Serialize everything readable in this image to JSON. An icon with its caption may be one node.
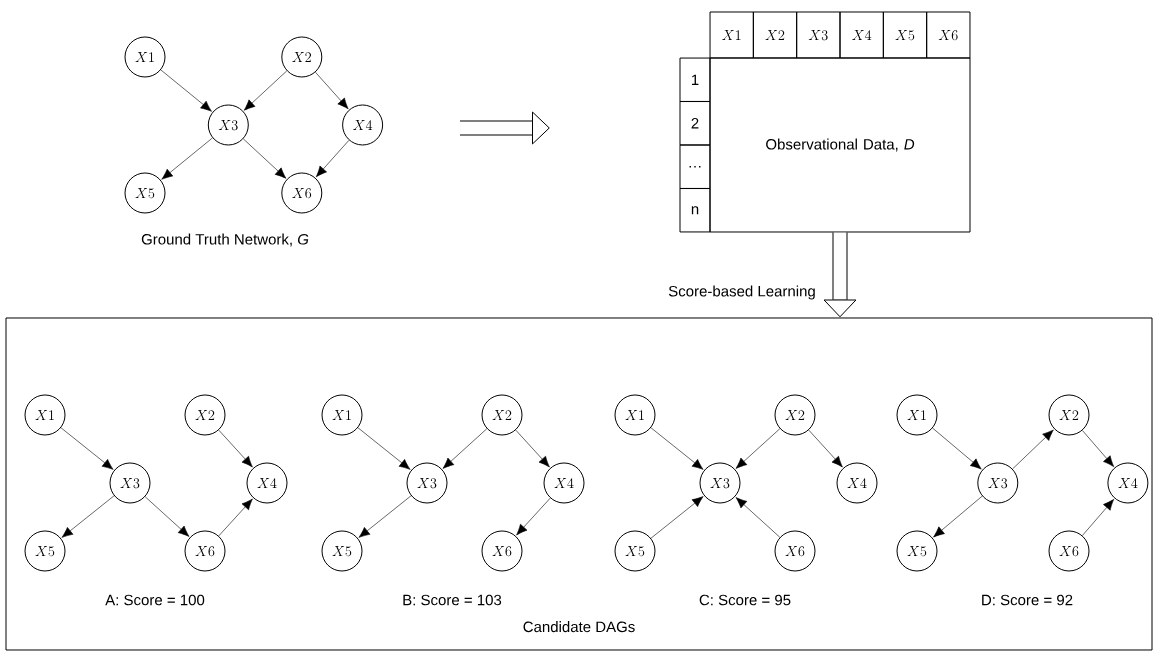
{
  "diagram": {
    "nodes": [
      {
        "text": [
          "X1"
        ]
      },
      {
        "text": [
          "X2"
        ]
      },
      {
        "text": [
          "X3"
        ]
      },
      {
        "text": [
          "X4"
        ]
      },
      {
        "text": [
          "X5"
        ]
      },
      {
        "text": [
          "X6"
        ]
      },
      {
        "text": [
          "Observational Data, *D*"
        ]
      },
      {
        "text": [
          "X1"
        ]
      },
      {
        "text": [
          "X2"
        ]
      },
      {
        "text": [
          "X3"
        ]
      },
      {
        "text": [
          "X4"
        ]
      },
      {
        "text": [
          "X5"
        ]
      },
      {
        "text": [
          "X6"
        ]
      },
      {
        "text": [
          "1"
        ]
      },
      {
        "text": [
          "2"
        ]
      },
      {
        "text": [
          "…"
        ]
      },
      {
        "text": [
          "n"
        ]
      },
      {
        "text": [
          "Candidate DAGs"
        ]
      },
      {
        "text": [
          "X1"
        ],
        "in": 17
      },
      {
        "text": [
          "X2"
        ],
        "in": 17
      },
      {
        "text": [
          "X3"
        ],
        "in": 17
      },
      {
        "text": [
          "X4"
        ],
        "in": 17
      },
      {
        "text": [
          "X5"
        ],
        "in": 17
      },
      {
        "text": [
          "X6"
        ],
        "in": 17
      },
      {
        "text": [
          "X1"
        ],
        "in": 17
      },
      {
        "text": [
          "X2"
        ],
        "in": 17
      },
      {
        "text": [
          "X3"
        ],
        "in": 17
      },
      {
        "text": [
          "X4"
        ],
        "in": 17
      },
      {
        "text": [
          "X5"
        ],
        "in": 17
      },
      {
        "text": [
          "X6"
        ],
        "in": 17
      },
      {
        "text": [
          "X1"
        ],
        "in": 17
      },
      {
        "text": [
          "X2"
        ],
        "in": 17
      },
      {
        "text": [
          "X3"
        ],
        "in": 17
      },
      {
        "text": [
          "X4"
        ],
        "in": 17
      },
      {
        "text": [
          "X5"
        ],
        "in": 17
      },
      {
        "text": [
          "X6"
        ],
        "in": 17
      },
      {
        "text": [
          "X1"
        ],
        "in": 17
      },
      {
        "text": [
          "X2"
        ],
        "in": 17
      },
      {
        "text": [
          "X3"
        ],
        "in": 17
      },
      {
        "text": [
          "X4"
        ],
        "in": 17
      },
      {
        "text": [
          "X5"
        ],
        "in": 17
      },
      {
        "text": [
          "X6"
        ],
        "in": 17
      }
    ],
    "edges": [
      {
        "from": 0,
        "to": 2,
        "arrow": "to"
      },
      {
        "from": 1,
        "to": 2,
        "arrow": "to"
      },
      {
        "from": 1,
        "to": 3,
        "arrow": "to"
      },
      {
        "from": 2,
        "to": 4,
        "arrow": "to"
      },
      {
        "from": 2,
        "to": 5,
        "arrow": "to"
      },
      {
        "from": 3,
        "to": 5,
        "arrow": "to"
      },
      {
        "from": 6,
        "to": 17,
        "arrow": "to",
        "style": "thick",
        "label": "Score-based Learning"
      },
      {
        "from": 18,
        "to": 20,
        "arrow": "to"
      },
      {
        "from": 19,
        "to": 21,
        "arrow": "to"
      },
      {
        "from": 20,
        "to": 22,
        "arrow": "to"
      },
      {
        "from": 20,
        "to": 23,
        "arrow": "to"
      },
      {
        "from": 23,
        "to": 21,
        "arrow": "to"
      },
      {
        "from": 24,
        "to": 26,
        "arrow": "to"
      },
      {
        "from": 25,
        "to": 26,
        "arrow": "to"
      },
      {
        "from": 25,
        "to": 27,
        "arrow": "to"
      },
      {
        "from": 26,
        "to": 28,
        "arrow": "to"
      },
      {
        "from": 27,
        "to": 29,
        "arrow": "to"
      },
      {
        "from": 30,
        "to": 32,
        "arrow": "to"
      },
      {
        "from": 31,
        "to": 32,
        "arrow": "to"
      },
      {
        "from": 31,
        "to": 33,
        "arrow": "to"
      },
      {
        "from": 34,
        "to": 32,
        "arrow": "to"
      },
      {
        "from": 35,
        "to": 32,
        "arrow": "to"
      },
      {
        "from": 36,
        "to": 38,
        "arrow": "to"
      },
      {
        "from": 38,
        "to": 37,
        "arrow": "to"
      },
      {
        "from": 37,
        "to": 39,
        "arrow": "to"
      },
      {
        "from": 38,
        "to": 40,
        "arrow": "to"
      },
      {
        "from": 41,
        "to": 39,
        "arrow": "to"
      }
    ],
    "labels": [
      "Ground Truth Network, *G*",
      "A: Score = 100",
      "B: Score = 103",
      "C: Score = 95",
      "D: Score = 92"
    ]
  }
}
